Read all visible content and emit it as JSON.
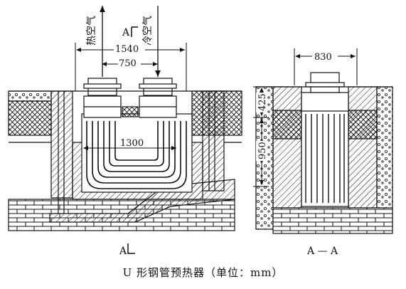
{
  "labels": {
    "hot_air": "热空气",
    "cold_air": "冷空气",
    "section_top": "A",
    "section_bottom": "A",
    "section_view": "A — A"
  },
  "dimensions": {
    "d1540": "1540",
    "d750": "750",
    "d1300": "1300",
    "d830": "830",
    "d425": "425",
    "d950": "950"
  },
  "caption": "U 形钢管预热器（单位：mm）",
  "colors": {
    "ink": "#111111",
    "paper": "#ffffff"
  }
}
